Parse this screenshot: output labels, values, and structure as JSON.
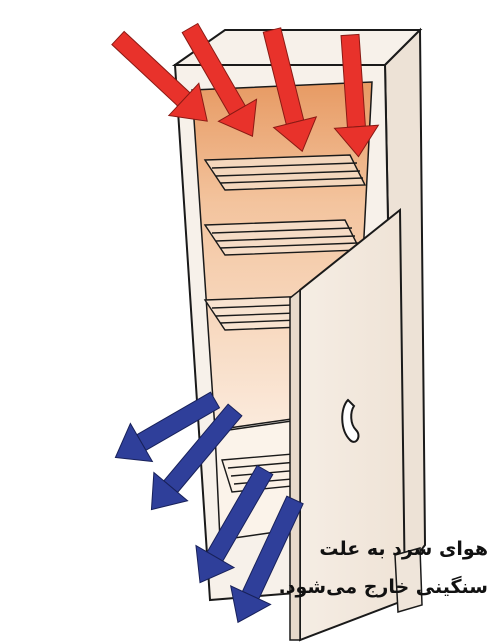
{
  "caption": {
    "line1": "هوای سرد به علت",
    "line2": "سنگینی خارج می‌شود."
  },
  "colors": {
    "warm_arrow": "#e8322b",
    "cold_arrow": "#2f3f9a",
    "cabinet": "#f7f1ea",
    "cabinet_shade": "#ede2d6",
    "interior": "#f1d2b6",
    "outline": "#1a1a1a"
  },
  "icons": {
    "warm_air": "red-arrow",
    "cold_air": "blue-arrow",
    "door_handle": "handle-icon"
  }
}
